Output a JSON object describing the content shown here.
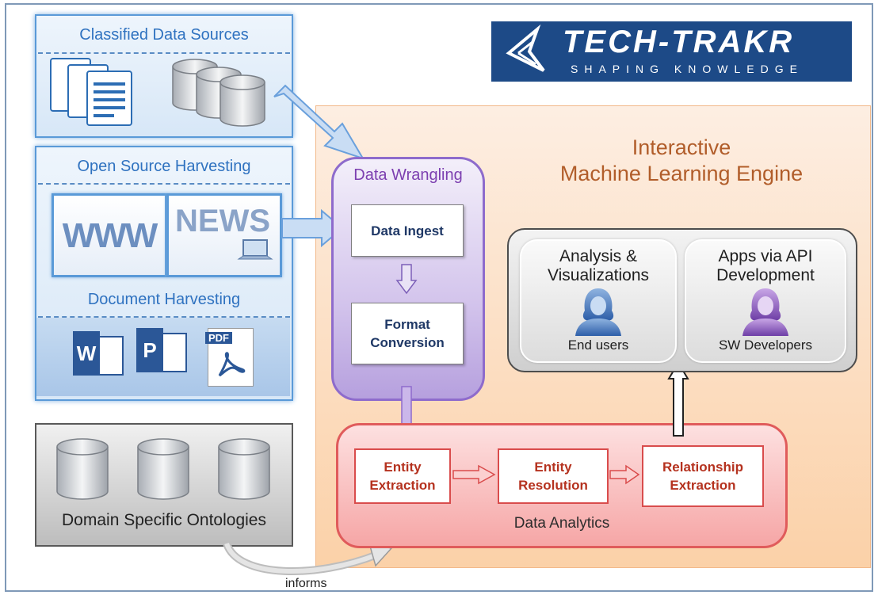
{
  "sources": {
    "classified_title": "Classified Data Sources",
    "open_source_title": "Open Source Harvesting",
    "document_title": "Document Harvesting",
    "www_label": "WWW",
    "news_label": "NEWS",
    "pdf_label": "PDF",
    "word_label": "W",
    "ppt_label": "P"
  },
  "ontologies": {
    "title": "Domain Specific Ontologies",
    "informs_label": "informs"
  },
  "logo": {
    "name": "TECH-TRAKR",
    "tagline": "SHAPING KNOWLEDGE"
  },
  "engine": {
    "title_line1": "Interactive",
    "title_line2": "Machine Learning Engine"
  },
  "wrangling": {
    "title": "Data Wrangling",
    "step1": "Data Ingest",
    "step2_line1": "Format",
    "step2_line2": "Conversion"
  },
  "analytics": {
    "title": "Data Analytics",
    "box1_line1": "Entity",
    "box1_line2": "Extraction",
    "box2_line1": "Entity",
    "box2_line2": "Resolution",
    "box3_line1": "Relationship",
    "box3_line2": "Extraction"
  },
  "apps": {
    "left_title_line1": "Analysis &",
    "left_title_line2": "Visualizations",
    "left_caption": "End users",
    "right_title_line1": "Apps via API",
    "right_title_line2": "Development",
    "right_caption": "SW Developers"
  },
  "colors": {
    "blue_accent": "#2f72c0",
    "purple_accent": "#8e6bcc",
    "red_accent": "#d94c4c",
    "orange_title": "#b15d2a"
  }
}
